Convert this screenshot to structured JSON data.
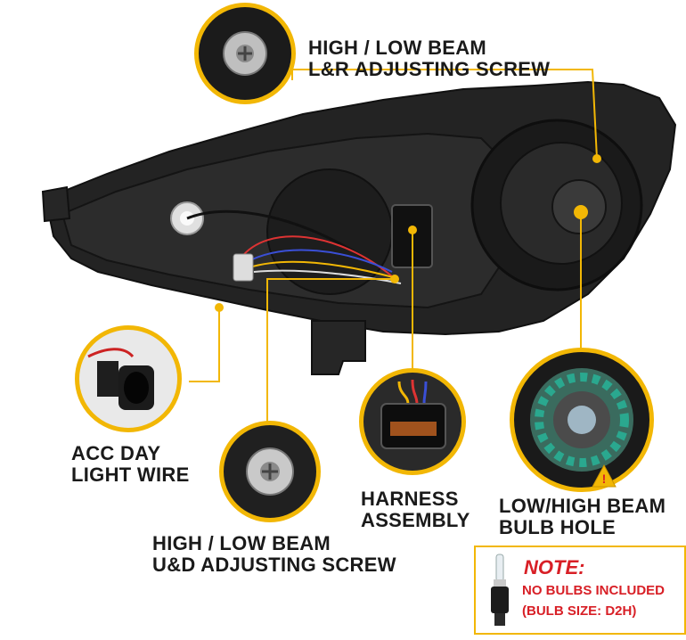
{
  "labels": {
    "lr_screw": [
      "HIGH / LOW BEAM",
      "L&R ADJUSTING SCREW"
    ],
    "acc_wire": [
      "ACC DAY",
      "LIGHT WIRE"
    ],
    "ud_screw": [
      "HIGH / LOW BEAM",
      "U&D ADJUSTING SCREW"
    ],
    "harness": [
      "HARNESS",
      "ASSEMBLY"
    ],
    "bulb_hole": [
      "LOW/HIGH BEAM",
      "BULB HOLE"
    ]
  },
  "note": {
    "title": "NOTE:",
    "line1": "NO BULBS INCLUDED",
    "line2": "(BULB SIZE: D2H)"
  },
  "colors": {
    "accent": "#f2b705",
    "note_red": "#d81f26",
    "housing": "#1e1e1e"
  }
}
